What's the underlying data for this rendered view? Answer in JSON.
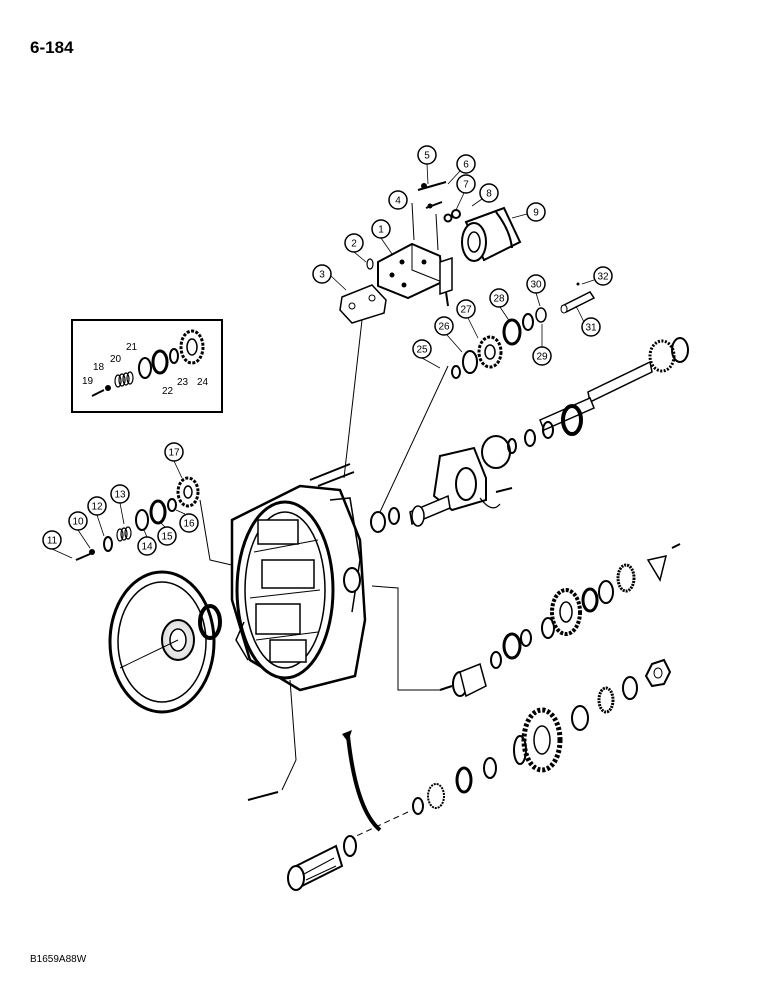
{
  "page": {
    "number": "6-184",
    "figure_code": "B1659A88W"
  },
  "callouts": [
    "1",
    "2",
    "3",
    "4",
    "5",
    "6",
    "7",
    "8",
    "9",
    "10",
    "11",
    "12",
    "13",
    "14",
    "15",
    "16",
    "17",
    "18",
    "19",
    "20",
    "21",
    "22",
    "23",
    "24",
    "25",
    "26",
    "27",
    "28",
    "29",
    "30",
    "31",
    "32"
  ]
}
